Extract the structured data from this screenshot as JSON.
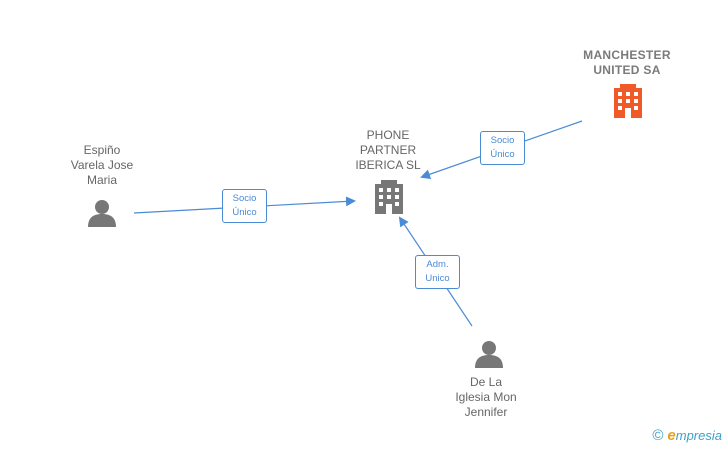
{
  "nodes": [
    {
      "id": "phone-partner",
      "label": "PHONE\nPARTNER\nIBERICA  SL",
      "type": "company",
      "color": "#777777"
    },
    {
      "id": "manchester-united",
      "label": "MANCHESTER\nUNITED SA",
      "type": "company",
      "color": "#f05a28"
    },
    {
      "id": "espino-varela",
      "label": "Espiño\nVarela Jose\nMaria",
      "type": "person",
      "color": "#777777"
    },
    {
      "id": "de-la-iglesia",
      "label": "De La\nIglesia Mon\nJennifer",
      "type": "person",
      "color": "#777777"
    }
  ],
  "edges": [
    {
      "from": "espino-varela",
      "to": "phone-partner",
      "label": "Socio\nÚnico"
    },
    {
      "from": "manchester-united",
      "to": "phone-partner",
      "label": "Socio\nÚnico"
    },
    {
      "from": "de-la-iglesia",
      "to": "phone-partner",
      "label": "Adm.\nUnico"
    }
  ],
  "colors": {
    "edge": "#4a8bd6",
    "company": "#777777",
    "highlight_company": "#f05a28",
    "person": "#777777"
  },
  "watermark": {
    "symbol": "©",
    "brand_letter": "e",
    "brand_rest": "mpresia"
  }
}
